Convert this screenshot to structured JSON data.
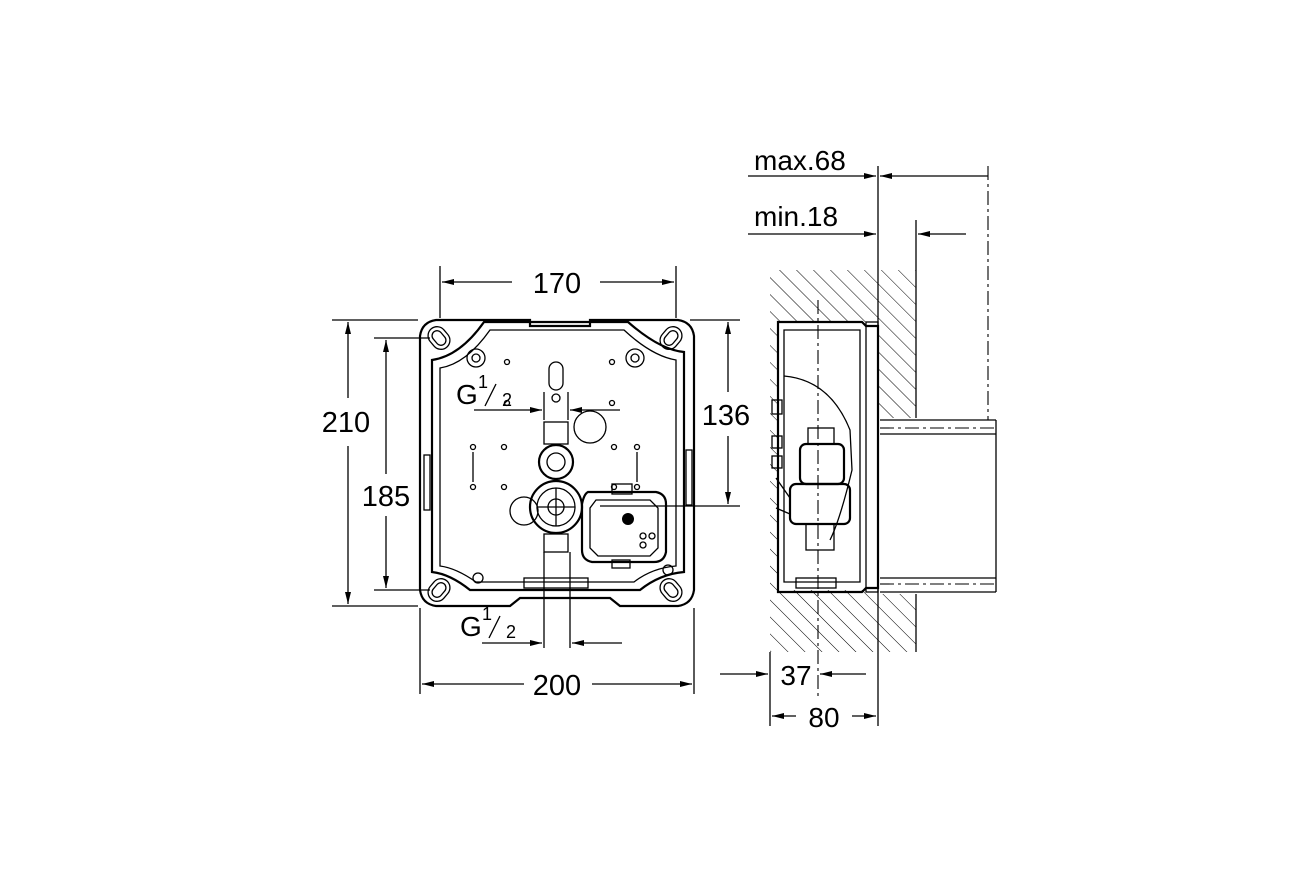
{
  "front_view": {
    "dim_top_width": "170",
    "dim_height_outer": "210",
    "dim_height_inner": "185",
    "dim_right_height": "136",
    "dim_bottom_width": "200",
    "thread_upper": {
      "base": "G",
      "num": "1",
      "den": "2"
    },
    "thread_lower": {
      "base": "G",
      "num": "1",
      "den": "2"
    }
  },
  "side_view": {
    "dim_max": "max.68",
    "dim_min": "min.18",
    "dim_depth_offset": "37",
    "dim_depth_total": "80"
  }
}
